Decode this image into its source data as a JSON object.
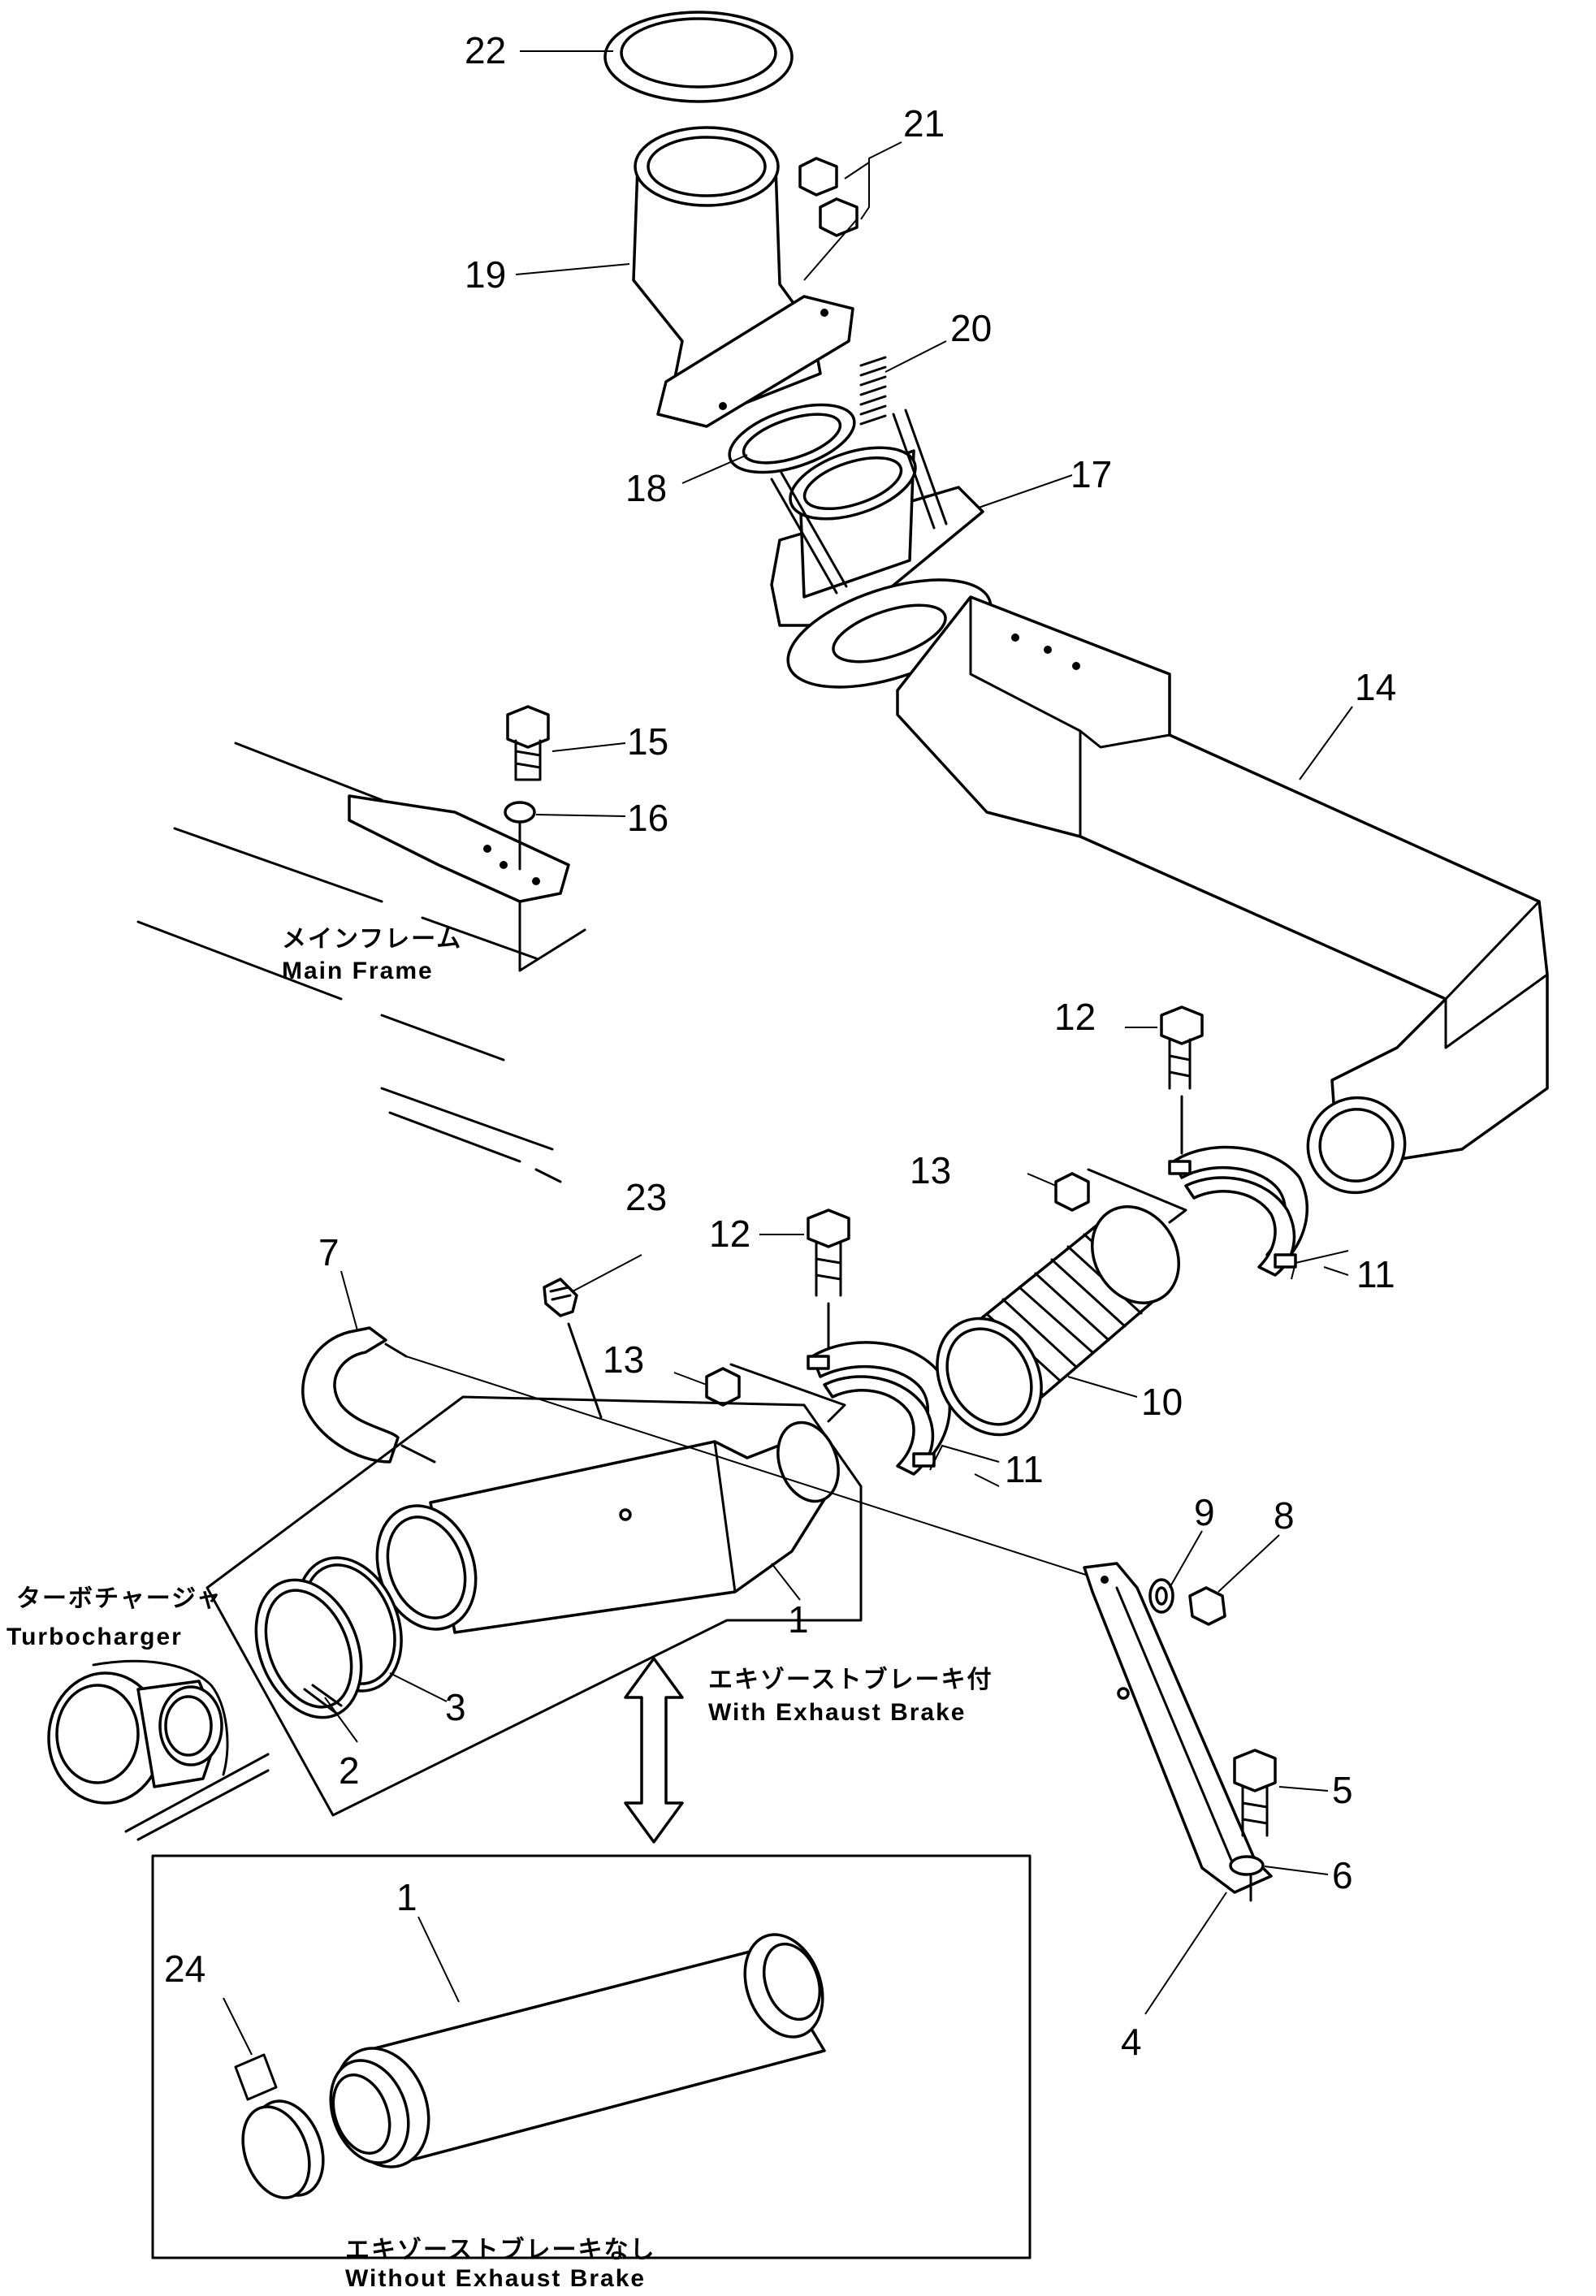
{
  "callouts": [
    "1",
    "2",
    "3",
    "4",
    "5",
    "6",
    "7",
    "8",
    "9",
    "10",
    "11",
    "12",
    "13",
    "14",
    "15",
    "16",
    "17",
    "18",
    "19",
    "20",
    "21",
    "22",
    "23",
    "24"
  ],
  "labels": {
    "main_frame_jp": "メインフレーム",
    "main_frame_en": "Main Frame",
    "turbo_jp": "ターボチャージャ",
    "turbo_en": "Turbocharger",
    "with_brake_jp": "エキゾーストブレーキ付",
    "with_brake_en": "With Exhaust Brake",
    "without_brake_jp": "エキゾーストブレーキなし",
    "without_brake_en": "Without Exhaust Brake"
  }
}
